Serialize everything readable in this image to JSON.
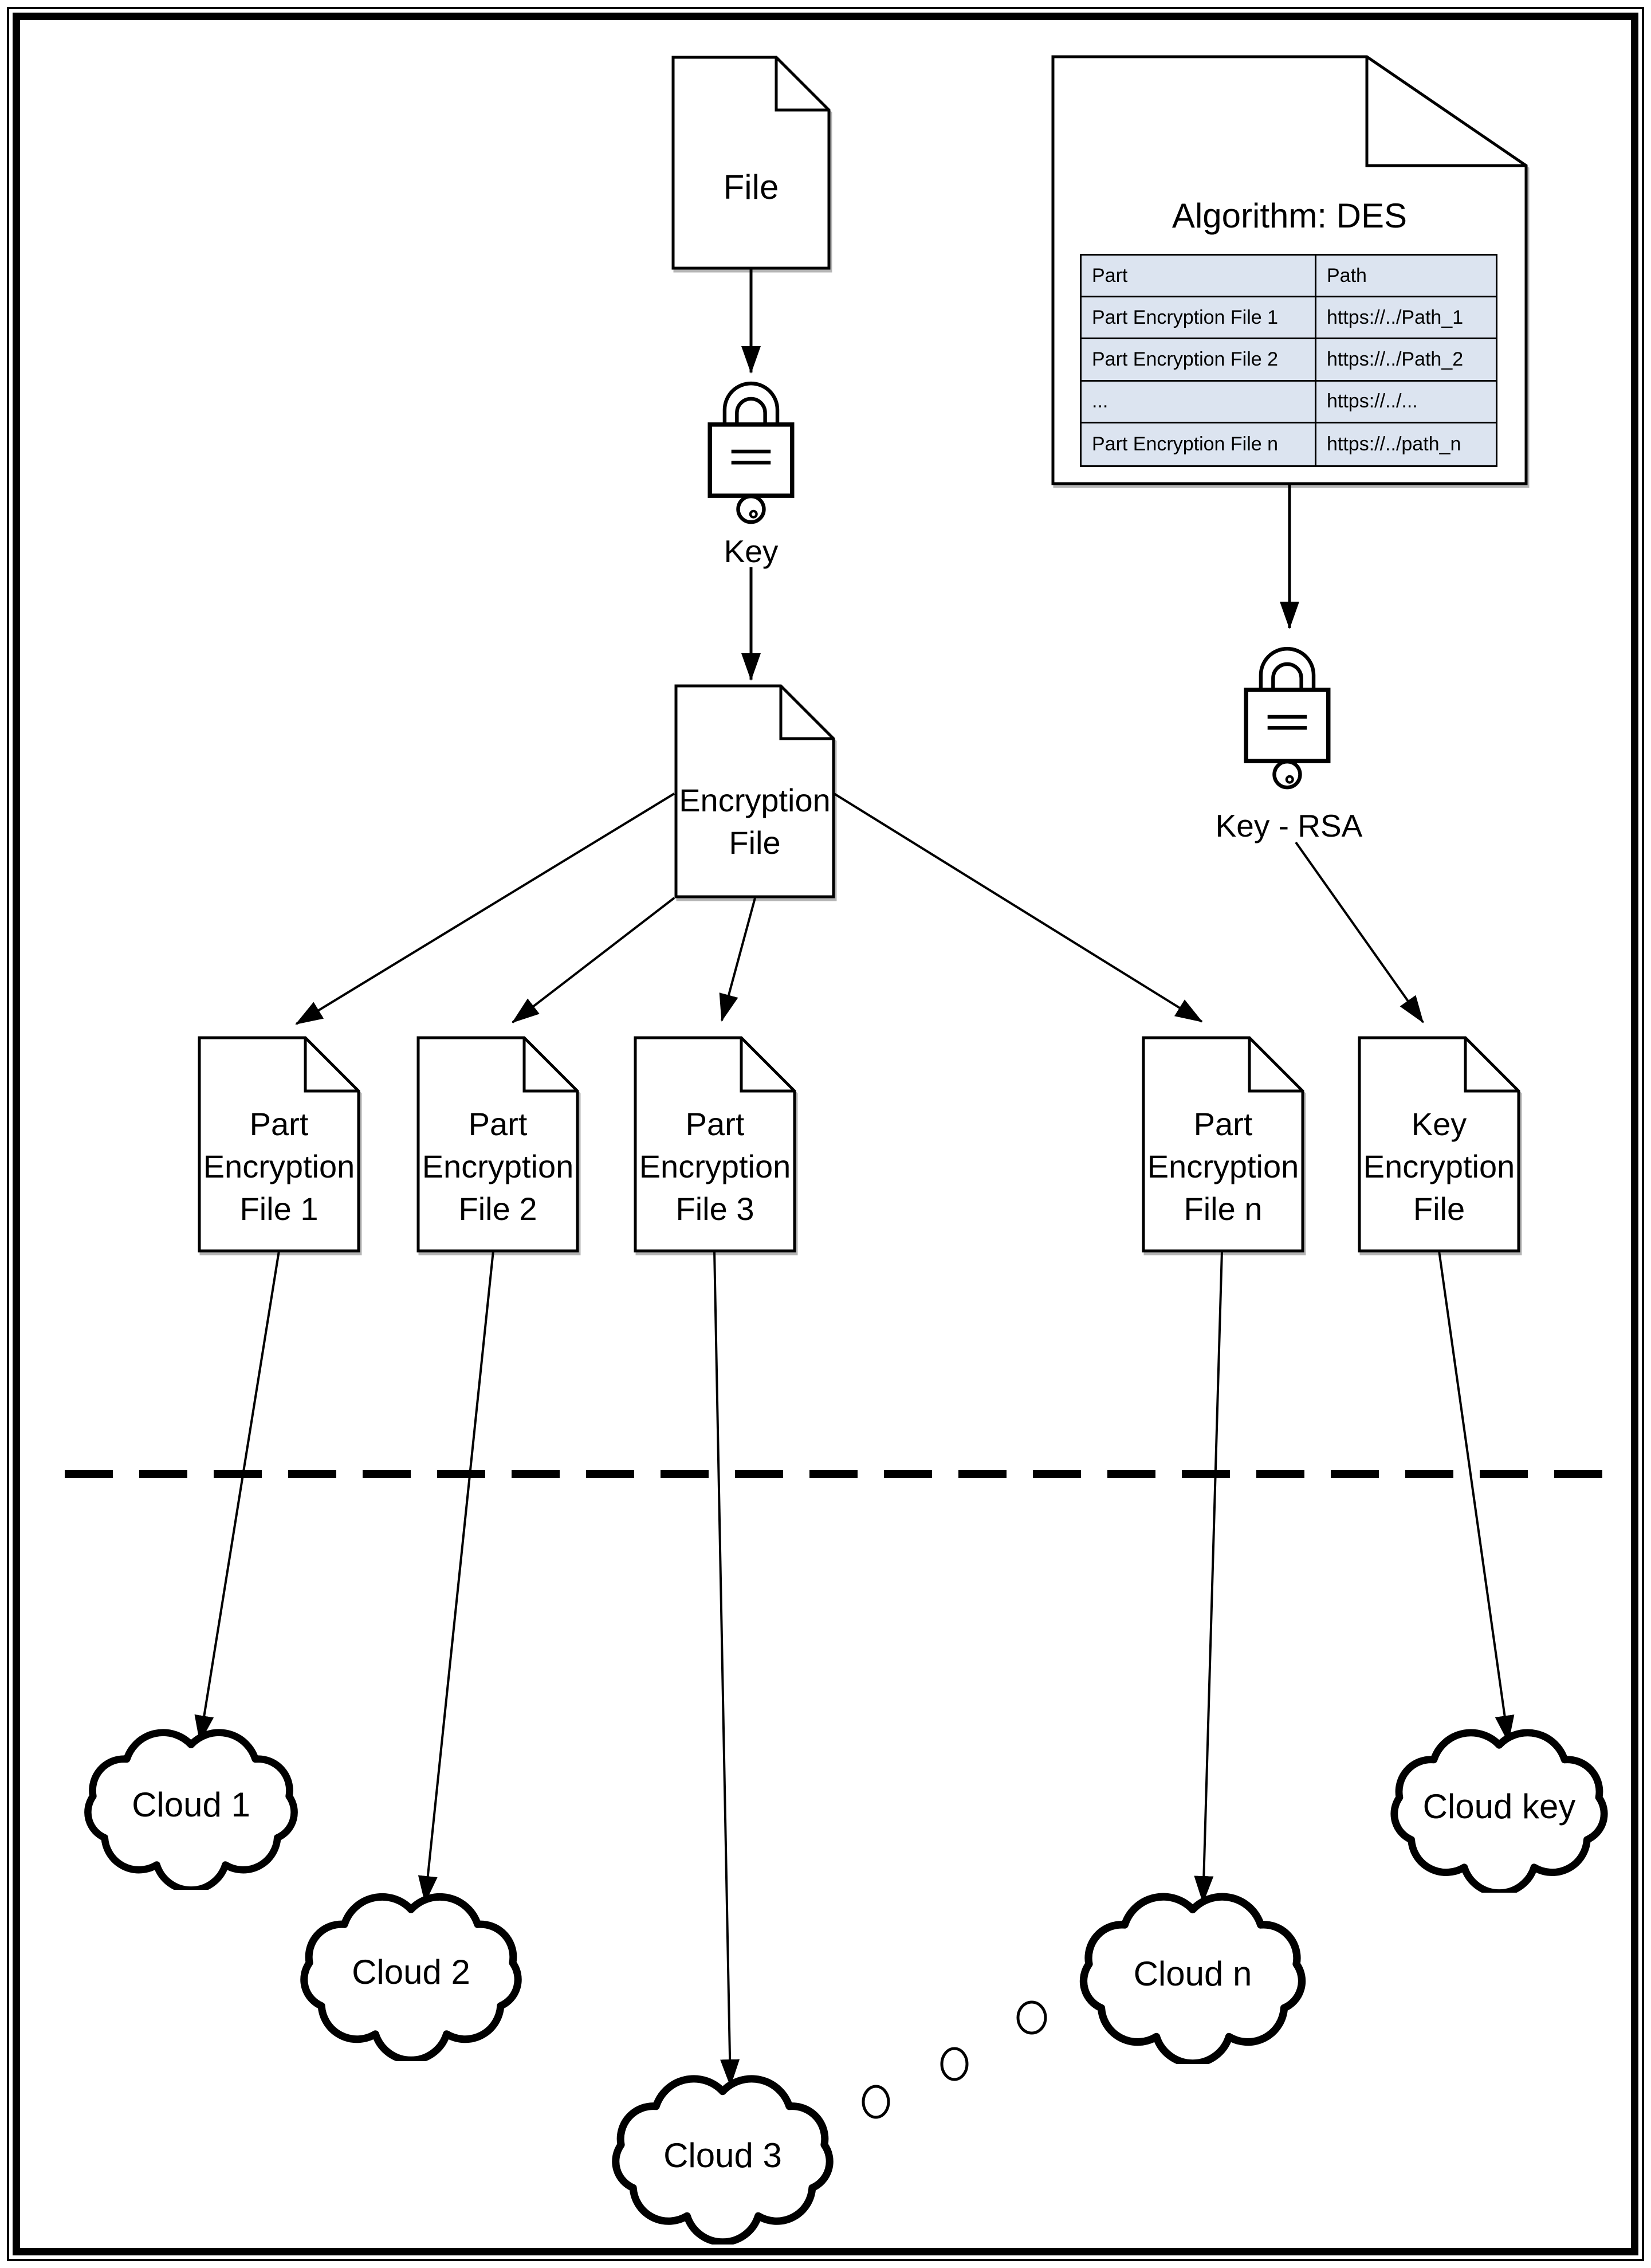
{
  "diagram": {
    "ink_color": "#000000",
    "source_file": {
      "label": "File"
    },
    "des_key_lock": {
      "label": "Key"
    },
    "encryption_file": {
      "lines": [
        "Encryption",
        "File"
      ]
    },
    "algorithm_doc": {
      "title": "Algorithm: DES",
      "table": {
        "fill_color": "#dce4f0",
        "headers": [
          "Part",
          "Path"
        ],
        "rows": [
          [
            "Part Encryption File 1",
            "https://../Path_1"
          ],
          [
            "Part Encryption File 2",
            "https://../Path_2"
          ],
          [
            "...",
            "https://../..."
          ],
          [
            "Part Encryption File n",
            "https://../path_n"
          ]
        ]
      }
    },
    "rsa_key_lock": {
      "label": "Key - RSA"
    },
    "part_files": [
      {
        "lines": [
          "Part",
          "Encryption",
          "File 1"
        ]
      },
      {
        "lines": [
          "Part",
          "Encryption",
          "File 2"
        ]
      },
      {
        "lines": [
          "Part",
          "Encryption",
          "File 3"
        ]
      },
      {
        "lines": [
          "Part",
          "Encryption",
          "File n"
        ]
      }
    ],
    "key_encryption_file": {
      "lines": [
        "Key",
        "Encryption",
        "File"
      ]
    },
    "clouds": [
      {
        "label": "Cloud 1"
      },
      {
        "label": "Cloud 2"
      },
      {
        "label": "Cloud 3"
      },
      {
        "label": "Cloud n"
      },
      {
        "label": "Cloud key"
      }
    ]
  }
}
